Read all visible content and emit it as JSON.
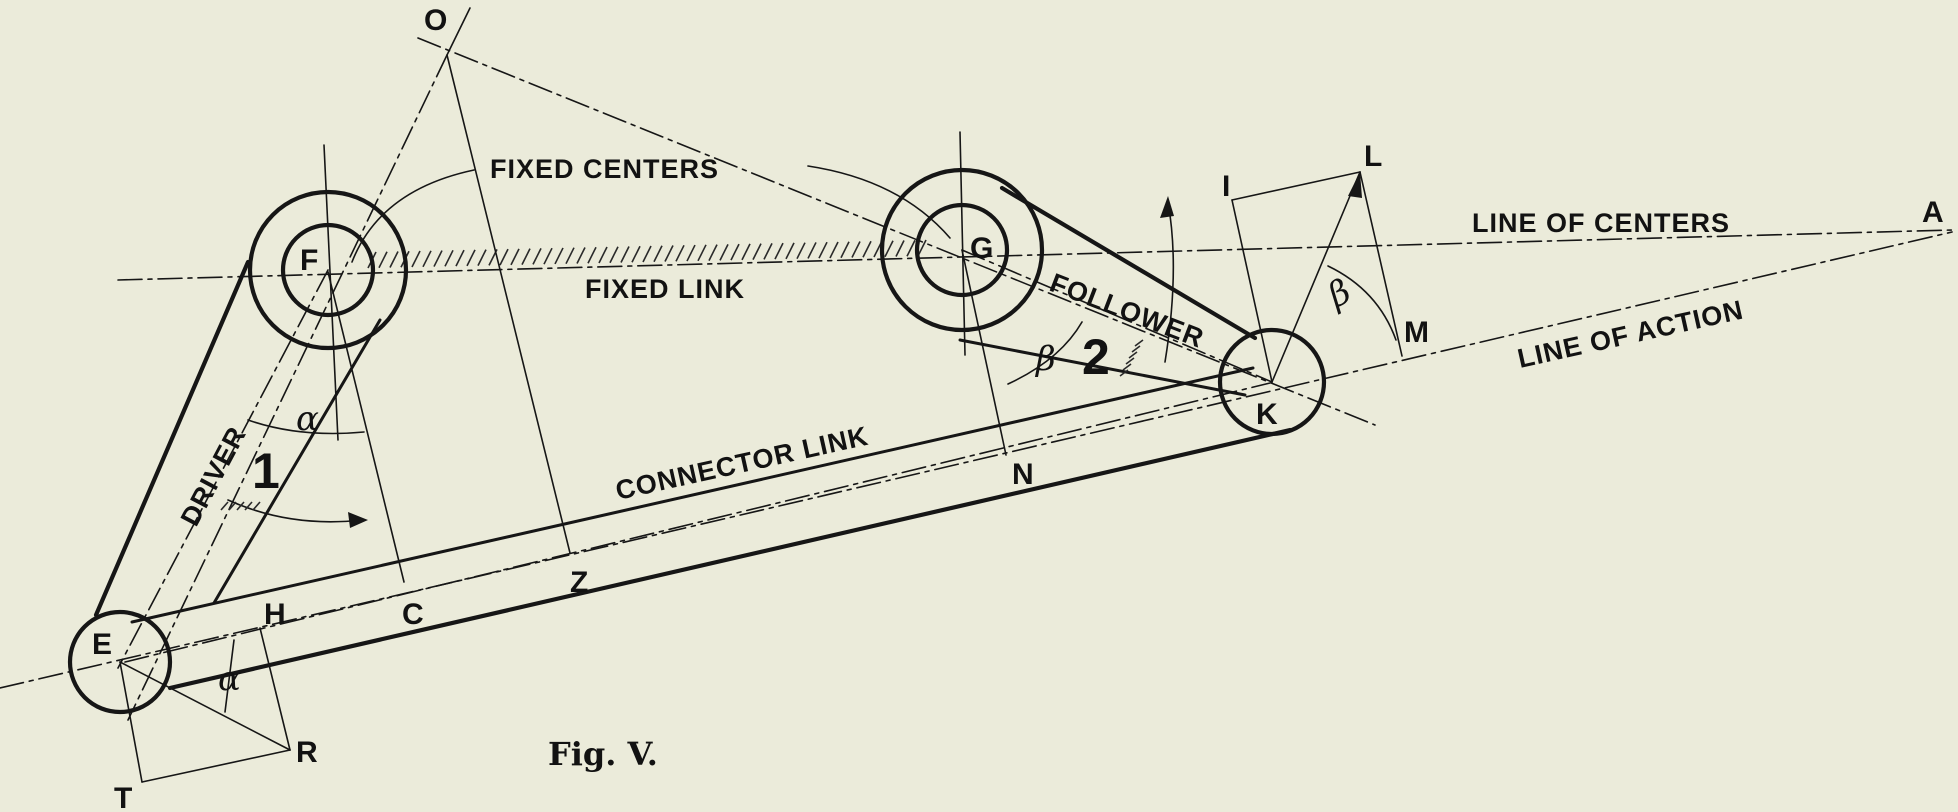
{
  "figure": {
    "caption": "Fig. V.",
    "labels": {
      "fixed_centers": "FIXED CENTERS",
      "fixed_link": "FIXED LINK",
      "line_of_centers": "LINE OF CENTERS",
      "line_of_action": "LINE OF ACTION",
      "driver": "DRIVER",
      "follower": "FOLLOWER",
      "connector_link": "CONNECTOR LINK"
    },
    "link_numbers": {
      "driver": "1",
      "follower": "2"
    },
    "angles": {
      "alpha": "α",
      "beta": "β"
    },
    "points": {
      "O": "O",
      "F": "F",
      "G": "G",
      "I": "I",
      "L": "L",
      "A": "A",
      "M": "M",
      "K": "K",
      "N": "N",
      "Z": "Z",
      "E": "E",
      "H": "H",
      "C": "C",
      "R": "R",
      "T": "T"
    }
  },
  "colors": {
    "paper": "#ebebda",
    "ink": "#161616"
  }
}
